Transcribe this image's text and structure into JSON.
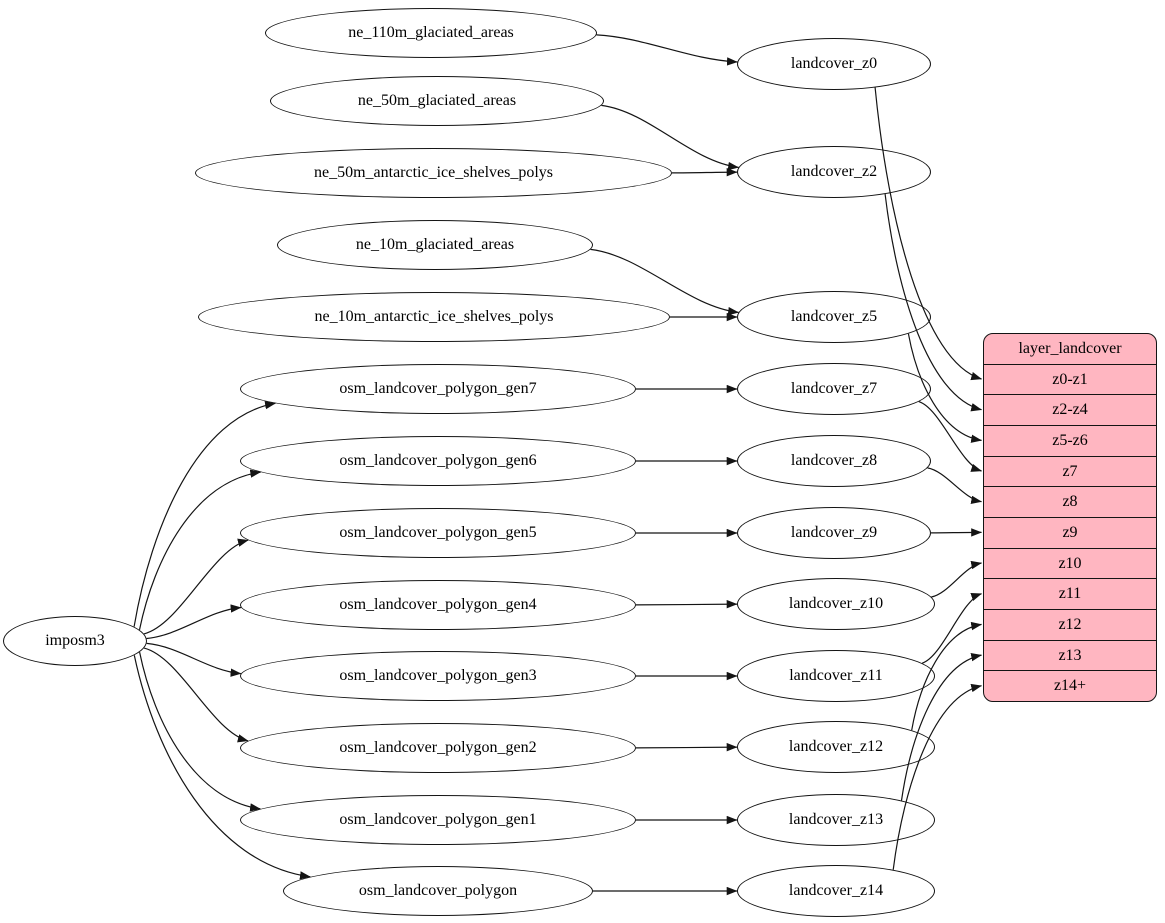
{
  "colors": {
    "background": "#ffffff",
    "edge": "#141414",
    "node_fill": "#ffffff",
    "node_stroke": "#141414",
    "record_fill": "#ffb6c1"
  },
  "nodes": {
    "imposm3": {
      "label": "imposm3"
    },
    "ne_110m_glaciated_areas": {
      "label": "ne_110m_glaciated_areas"
    },
    "ne_50m_glaciated_areas": {
      "label": "ne_50m_glaciated_areas"
    },
    "ne_50m_antarctic_ice_shelves_polys": {
      "label": "ne_50m_antarctic_ice_shelves_polys"
    },
    "ne_10m_glaciated_areas": {
      "label": "ne_10m_glaciated_areas"
    },
    "ne_10m_antarctic_ice_shelves_polys": {
      "label": "ne_10m_antarctic_ice_shelves_polys"
    },
    "osm_landcover_polygon_gen7": {
      "label": "osm_landcover_polygon_gen7"
    },
    "osm_landcover_polygon_gen6": {
      "label": "osm_landcover_polygon_gen6"
    },
    "osm_landcover_polygon_gen5": {
      "label": "osm_landcover_polygon_gen5"
    },
    "osm_landcover_polygon_gen4": {
      "label": "osm_landcover_polygon_gen4"
    },
    "osm_landcover_polygon_gen3": {
      "label": "osm_landcover_polygon_gen3"
    },
    "osm_landcover_polygon_gen2": {
      "label": "osm_landcover_polygon_gen2"
    },
    "osm_landcover_polygon_gen1": {
      "label": "osm_landcover_polygon_gen1"
    },
    "osm_landcover_polygon": {
      "label": "osm_landcover_polygon"
    },
    "landcover_z0": {
      "label": "landcover_z0"
    },
    "landcover_z2": {
      "label": "landcover_z2"
    },
    "landcover_z5": {
      "label": "landcover_z5"
    },
    "landcover_z7": {
      "label": "landcover_z7"
    },
    "landcover_z8": {
      "label": "landcover_z8"
    },
    "landcover_z9": {
      "label": "landcover_z9"
    },
    "landcover_z10": {
      "label": "landcover_z10"
    },
    "landcover_z11": {
      "label": "landcover_z11"
    },
    "landcover_z12": {
      "label": "landcover_z12"
    },
    "landcover_z13": {
      "label": "landcover_z13"
    },
    "landcover_z14": {
      "label": "landcover_z14"
    }
  },
  "record": {
    "title": "layer_landcover",
    "rows": [
      "z0-z1",
      "z2-z4",
      "z5-z6",
      "z7",
      "z8",
      "z9",
      "z10",
      "z11",
      "z12",
      "z13",
      "z14+"
    ]
  },
  "edges": [
    {
      "from": "imposm3",
      "to": "osm_landcover_polygon_gen7"
    },
    {
      "from": "imposm3",
      "to": "osm_landcover_polygon_gen6"
    },
    {
      "from": "imposm3",
      "to": "osm_landcover_polygon_gen5"
    },
    {
      "from": "imposm3",
      "to": "osm_landcover_polygon_gen4"
    },
    {
      "from": "imposm3",
      "to": "osm_landcover_polygon_gen3"
    },
    {
      "from": "imposm3",
      "to": "osm_landcover_polygon_gen2"
    },
    {
      "from": "imposm3",
      "to": "osm_landcover_polygon_gen1"
    },
    {
      "from": "imposm3",
      "to": "osm_landcover_polygon"
    },
    {
      "from": "ne_110m_glaciated_areas",
      "to": "landcover_z0"
    },
    {
      "from": "ne_50m_glaciated_areas",
      "to": "landcover_z2"
    },
    {
      "from": "ne_50m_antarctic_ice_shelves_polys",
      "to": "landcover_z2"
    },
    {
      "from": "ne_10m_glaciated_areas",
      "to": "landcover_z5"
    },
    {
      "from": "ne_10m_antarctic_ice_shelves_polys",
      "to": "landcover_z5"
    },
    {
      "from": "osm_landcover_polygon_gen7",
      "to": "landcover_z7"
    },
    {
      "from": "osm_landcover_polygon_gen6",
      "to": "landcover_z8"
    },
    {
      "from": "osm_landcover_polygon_gen5",
      "to": "landcover_z9"
    },
    {
      "from": "osm_landcover_polygon_gen4",
      "to": "landcover_z10"
    },
    {
      "from": "osm_landcover_polygon_gen3",
      "to": "landcover_z11"
    },
    {
      "from": "osm_landcover_polygon_gen2",
      "to": "landcover_z12"
    },
    {
      "from": "osm_landcover_polygon_gen1",
      "to": "landcover_z13"
    },
    {
      "from": "osm_landcover_polygon",
      "to": "landcover_z14"
    },
    {
      "from": "landcover_z0",
      "to": "layer_landcover:z0-z1"
    },
    {
      "from": "landcover_z2",
      "to": "layer_landcover:z2-z4"
    },
    {
      "from": "landcover_z5",
      "to": "layer_landcover:z5-z6"
    },
    {
      "from": "landcover_z7",
      "to": "layer_landcover:z7"
    },
    {
      "from": "landcover_z8",
      "to": "layer_landcover:z8"
    },
    {
      "from": "landcover_z9",
      "to": "layer_landcover:z9"
    },
    {
      "from": "landcover_z10",
      "to": "layer_landcover:z10"
    },
    {
      "from": "landcover_z11",
      "to": "layer_landcover:z11"
    },
    {
      "from": "landcover_z12",
      "to": "layer_landcover:z12"
    },
    {
      "from": "landcover_z13",
      "to": "layer_landcover:z13"
    },
    {
      "from": "landcover_z14",
      "to": "layer_landcover:z14+"
    }
  ]
}
